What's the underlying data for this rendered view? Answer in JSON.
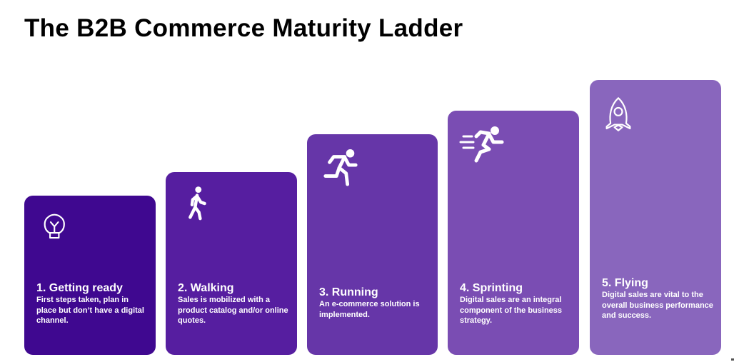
{
  "title": "The B2B Commerce Maturity Ladder",
  "steps": [
    {
      "heading": "1. Getting ready",
      "description": "First steps taken, plan in place but don’t have a digital channel.",
      "icon": "lightbulb-icon",
      "color": "#3f0890"
    },
    {
      "heading": "2. Walking",
      "description": "Sales is mobilized with a product catalog and/or online quotes.",
      "icon": "walking-person-icon",
      "color": "#561ea0"
    },
    {
      "heading": "3. Running",
      "description": "An e-commerce solution is implemented.",
      "icon": "running-person-icon",
      "color": "#6636a8"
    },
    {
      "heading": "4. Sprinting",
      "description": "Digital sales are an integral component of the business strategy.",
      "icon": "sprinting-person-icon",
      "color": "#7a4db3"
    },
    {
      "heading": "5. Flying",
      "description": "Digital sales are vital to the overall business performance and success.",
      "icon": "rocket-icon",
      "color": "#8966bd"
    }
  ]
}
